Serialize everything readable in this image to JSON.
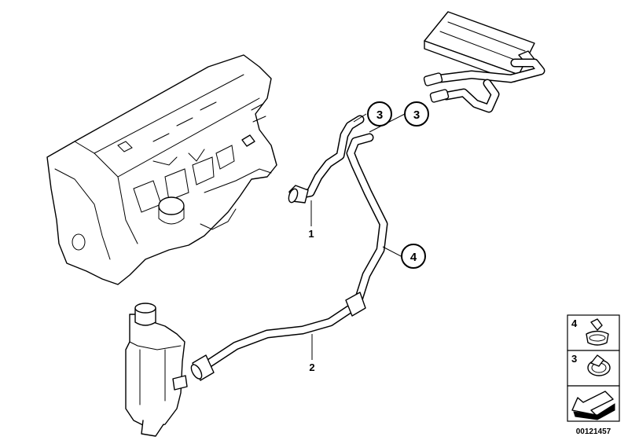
{
  "callouts": [
    {
      "id": "c3a",
      "label": "3"
    },
    {
      "id": "c3b",
      "label": "3"
    },
    {
      "id": "c4",
      "label": "4"
    }
  ],
  "labels": [
    {
      "id": "l1",
      "label": "1"
    },
    {
      "id": "l2",
      "label": "2"
    }
  ],
  "legend": {
    "items": [
      {
        "number": "4",
        "icon": "hose-clamp-spring-icon"
      },
      {
        "number": "3",
        "icon": "hose-clamp-band-icon"
      },
      {
        "number": "",
        "icon": "arrow-left-icon"
      }
    ]
  },
  "document_number": "00121457"
}
